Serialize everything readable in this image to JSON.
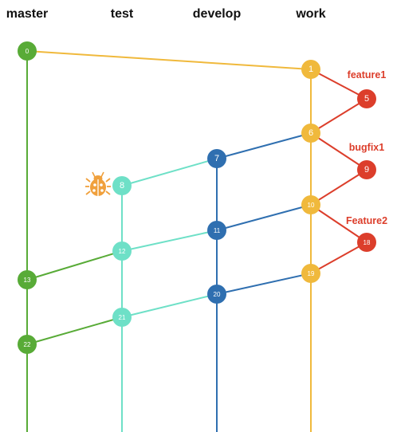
{
  "branches": [
    {
      "id": "master",
      "label": "master",
      "color": "#58ab37"
    },
    {
      "id": "test",
      "label": "test",
      "color": "#6ee0c7"
    },
    {
      "id": "develop",
      "label": "develop",
      "color": "#2f6fb0"
    },
    {
      "id": "work",
      "label": "work",
      "color": "#f0b93c"
    }
  ],
  "side_branches": [
    {
      "id": "feature1",
      "label": "feature1",
      "color": "#dc3e2b"
    },
    {
      "id": "bugfix1",
      "label": "bugfix1",
      "color": "#dc3e2b"
    },
    {
      "id": "feature2",
      "label": "Feature2",
      "color": "#dc3e2b"
    }
  ],
  "commits": [
    {
      "id": "0",
      "label": "0",
      "branch": "master"
    },
    {
      "id": "1",
      "label": "1",
      "branch": "work"
    },
    {
      "id": "5",
      "label": "5",
      "branch": "feature1"
    },
    {
      "id": "6",
      "label": "6",
      "branch": "work"
    },
    {
      "id": "7",
      "label": "7",
      "branch": "develop"
    },
    {
      "id": "8",
      "label": "8",
      "branch": "test"
    },
    {
      "id": "9",
      "label": "9",
      "branch": "bugfix1"
    },
    {
      "id": "10",
      "label": "10",
      "branch": "work"
    },
    {
      "id": "11",
      "label": "11",
      "branch": "develop"
    },
    {
      "id": "12",
      "label": "12",
      "branch": "test"
    },
    {
      "id": "13",
      "label": "13",
      "branch": "master"
    },
    {
      "id": "18",
      "label": "18",
      "branch": "feature2"
    },
    {
      "id": "19",
      "label": "19",
      "branch": "work"
    },
    {
      "id": "20",
      "label": "20",
      "branch": "develop"
    },
    {
      "id": "21",
      "label": "21",
      "branch": "test"
    },
    {
      "id": "22",
      "label": "22",
      "branch": "master"
    }
  ],
  "edges": [
    {
      "from": "0",
      "to": "1",
      "color": "#f0b93c"
    },
    {
      "from": "1",
      "to": "5",
      "color": "#dc3e2b"
    },
    {
      "from": "5",
      "to": "6",
      "color": "#dc3e2b"
    },
    {
      "from": "6",
      "to": "7",
      "color": "#2f6fb0"
    },
    {
      "from": "7",
      "to": "8",
      "color": "#6ee0c7"
    },
    {
      "from": "6",
      "to": "9",
      "color": "#dc3e2b"
    },
    {
      "from": "9",
      "to": "10",
      "color": "#dc3e2b"
    },
    {
      "from": "10",
      "to": "11",
      "color": "#2f6fb0"
    },
    {
      "from": "11",
      "to": "12",
      "color": "#6ee0c7"
    },
    {
      "from": "12",
      "to": "13",
      "color": "#58ab37"
    },
    {
      "from": "10",
      "to": "18",
      "color": "#dc3e2b"
    },
    {
      "from": "18",
      "to": "19",
      "color": "#dc3e2b"
    },
    {
      "from": "19",
      "to": "20",
      "color": "#2f6fb0"
    },
    {
      "from": "20",
      "to": "21",
      "color": "#6ee0c7"
    },
    {
      "from": "21",
      "to": "22",
      "color": "#58ab37"
    }
  ],
  "bug_marker": {
    "icon": "bug-icon",
    "color": "#f0a03c",
    "near_commit": "8"
  }
}
